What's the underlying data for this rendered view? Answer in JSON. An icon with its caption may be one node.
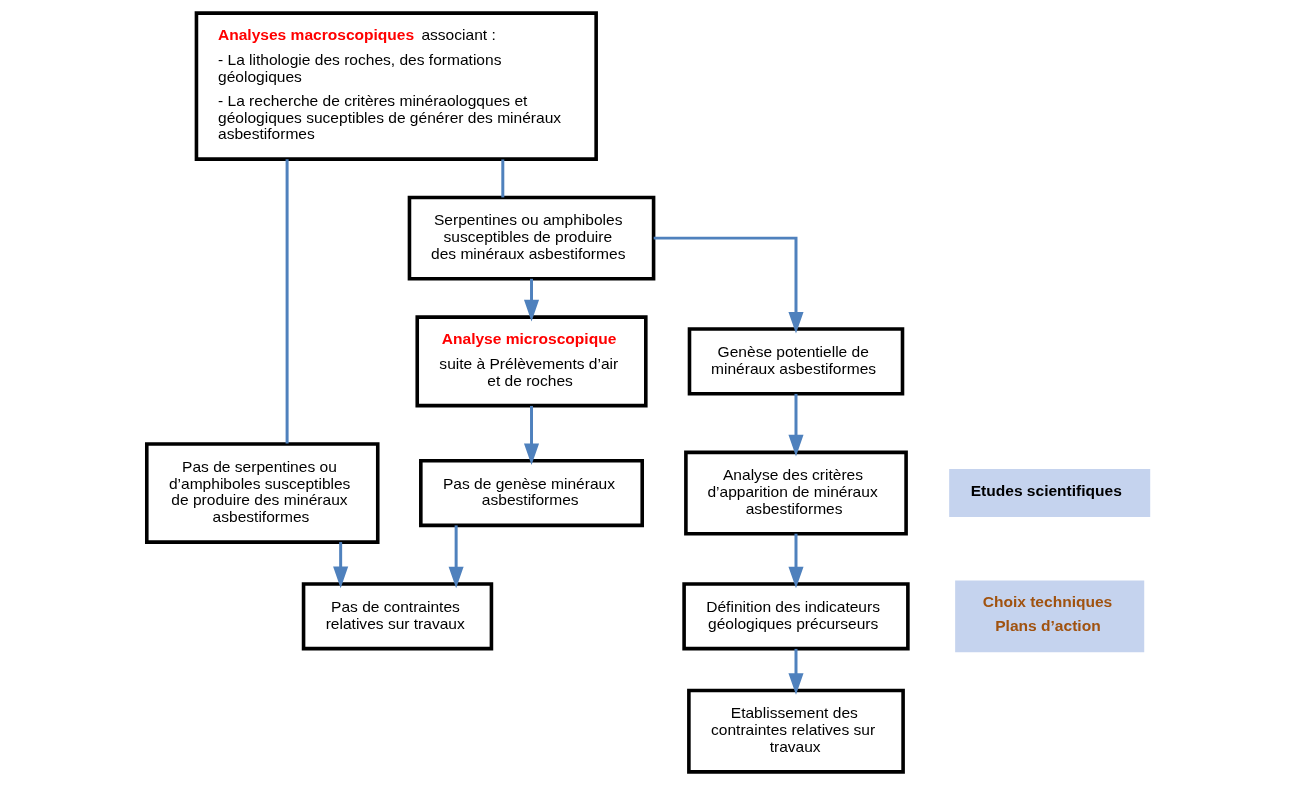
{
  "diagram": {
    "nodes": [
      {
        "text": [
          "**Analyses macroscopiques** associant :",
          "- La lithologie des roches, des formations géologiques",
          "- La recherche de critères minéraologques et géologiques suceptibles de générer des minéraux asbestiformes"
        ]
      },
      {
        "text": [
          "Pas de serpentines ou d’amphiboles susceptibles de produire des minéraux asbestiformes"
        ]
      },
      {
        "text": [
          "Serpentines ou amphiboles susceptibles de produire des minéraux asbestiformes"
        ]
      },
      {
        "text": [
          "**Analyse microscopique**",
          "suite à Prélèvements d’air et de roches"
        ]
      },
      {
        "text": [
          "Pas de genèse minéraux asbestiformes"
        ]
      },
      {
        "text": [
          "Pas de contraintes relatives sur travaux"
        ]
      },
      {
        "text": [
          "Genèse potentielle de minéraux asbestiformes"
        ]
      },
      {
        "text": [
          "Analyse des critères d’apparition de minéraux asbestiformes"
        ]
      },
      {
        "text": [
          "Définition des indicateurs géologiques précurseurs"
        ]
      },
      {
        "text": [
          "Etablissement des contraintes relatives sur travaux"
        ]
      },
      {
        "text": [
          "Etudes scientifiques"
        ]
      },
      {
        "text": [
          "Choix techniques",
          "Plans d’action"
        ]
      }
    ],
    "edges": [
      {
        "from": 0,
        "to": 1,
        "arrow": "none"
      },
      {
        "from": 0,
        "to": 2,
        "arrow": "none"
      },
      {
        "from": 2,
        "to": 3,
        "arrow": "to"
      },
      {
        "from": 2,
        "to": 6,
        "arrow": "to"
      },
      {
        "from": 1,
        "to": 5,
        "arrow": "to"
      },
      {
        "from": 3,
        "to": 4,
        "arrow": "to"
      },
      {
        "from": 4,
        "to": 5,
        "arrow": "to"
      },
      {
        "from": 6,
        "to": 7,
        "arrow": "to"
      },
      {
        "from": 7,
        "to": 8,
        "arrow": "to"
      },
      {
        "from": 8,
        "to": 9,
        "arrow": "to"
      }
    ]
  }
}
